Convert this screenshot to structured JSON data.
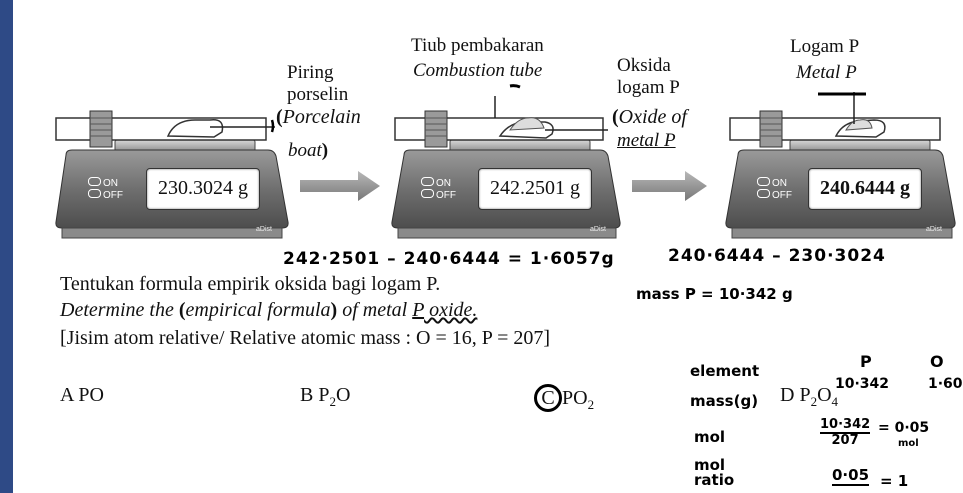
{
  "labels": {
    "boat_ms": [
      "Piring",
      "porselin"
    ],
    "boat_en": "Porcelain",
    "boat_en2": "boat",
    "tube_ms": "Tiub pembakaran",
    "tube_en": "Combustion tube",
    "oxide_ms": [
      "Oksida",
      "logam P"
    ],
    "oxide_en": "Oxide of",
    "oxide_en2": "metal P",
    "metal_ms": "Logam P",
    "metal_en": "Metal P"
  },
  "scales": [
    {
      "reading": "230.3024 g",
      "on": "ON",
      "off": "OFF",
      "brand": "aDist"
    },
    {
      "reading": "242.2501 g",
      "on": "ON",
      "off": "OFF",
      "brand": "aDist"
    },
    {
      "reading": "240.6444 g",
      "on": "ON",
      "off": "OFF",
      "brand": "aDist"
    }
  ],
  "handwriting": {
    "calc1": "242·2501 – 240·6444 = 1·6057g",
    "calc2": "240·6444 – 230·3024",
    "mass_p": "mass P = 10·342 g",
    "table_element": "element",
    "table_p": "P",
    "table_o": "O",
    "table_mass": "mass(g)",
    "mass_p_val": "10·342",
    "mass_o_val": "1·60",
    "table_mol": "mol",
    "mol_frac_num": "10·342",
    "mol_frac_den": "207",
    "mol_result": "= 0·05",
    "mol_unit": "mol",
    "table_ratio1": "mol",
    "table_ratio2": "ratio",
    "ratio_val": "0·05",
    "ratio_eq": "= 1"
  },
  "question": {
    "line1": "Tentukan formula empirik oksida bagi logam P.",
    "line2_pre": "Determine the ",
    "line2_em": "empirical formula",
    "line2_mid": " of metal ",
    "line2_p": "P",
    "line2_post": " oxide.",
    "line3": "[Jisim atom relative/ Relative atomic mass : O = 16, P = 207]"
  },
  "options": {
    "a_letter": "A",
    "a_formula": "PO",
    "b_letter": "B",
    "b_formula": "P",
    "b_sub": "2",
    "b_tail": "O",
    "c_letter": "C",
    "c_formula": "PO",
    "c_sub": "2",
    "d_letter": "D",
    "d_formula": "P",
    "d_sub": "2",
    "d_mid": "O",
    "d_sub2": "4"
  }
}
